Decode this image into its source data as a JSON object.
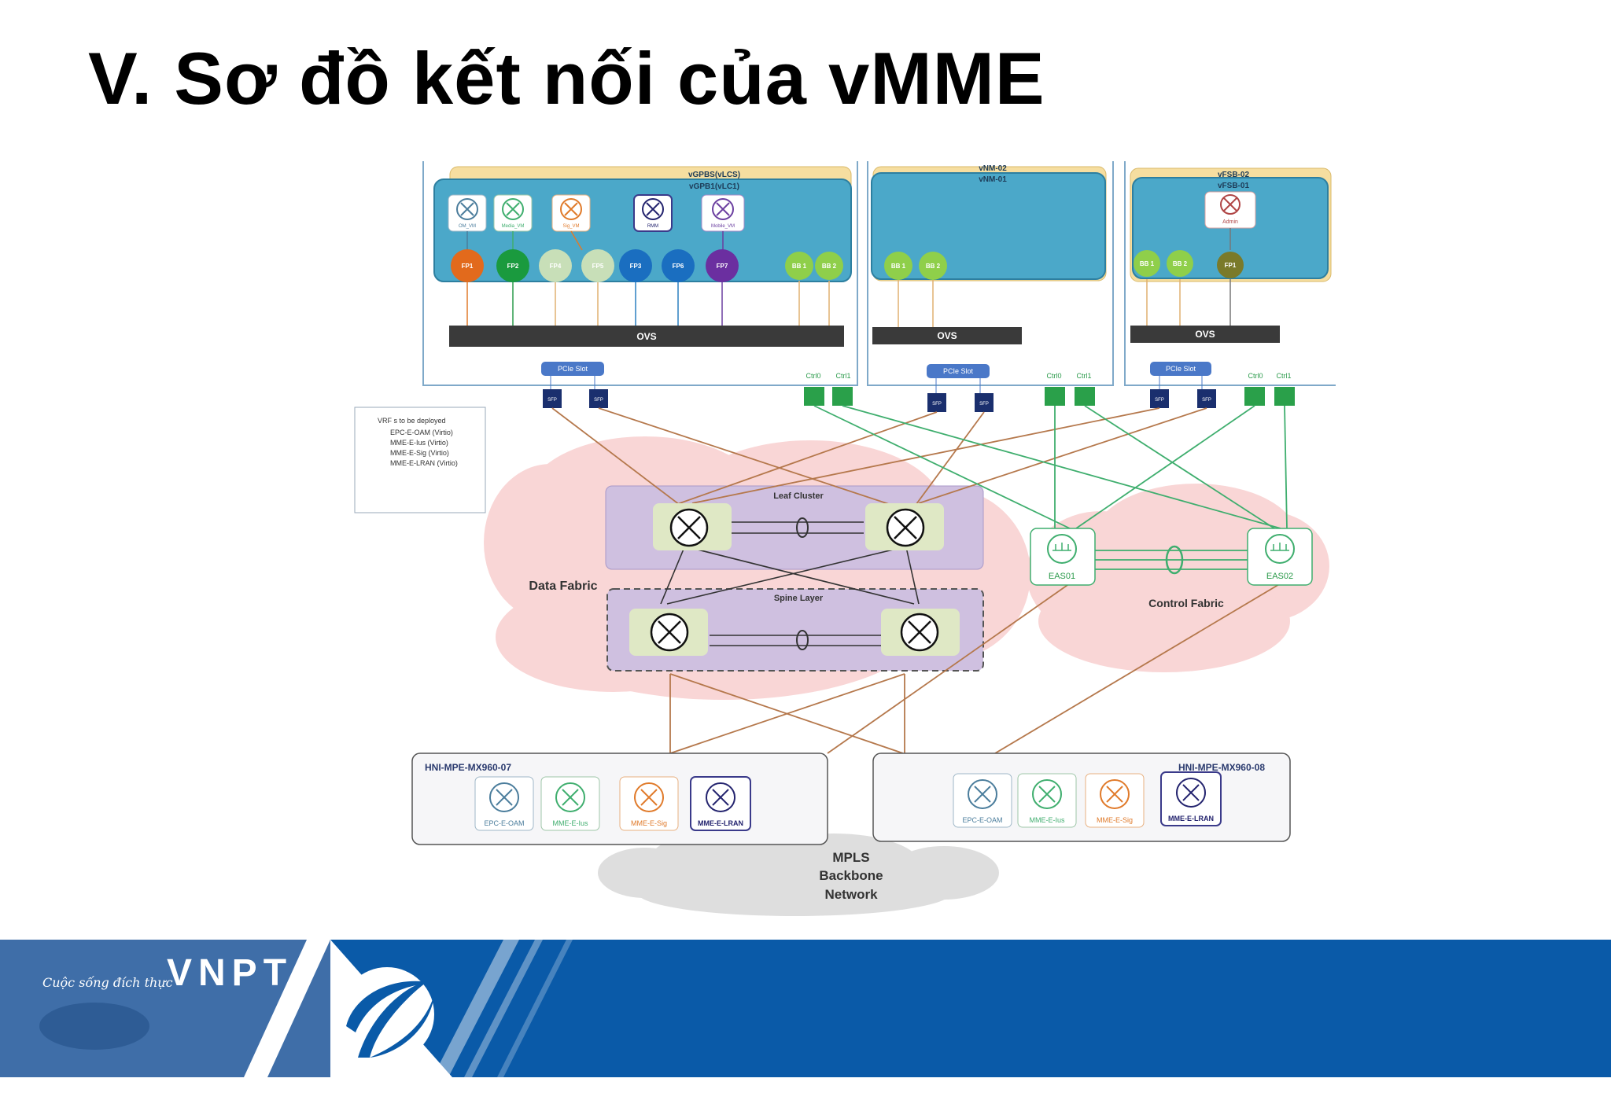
{
  "slide": {
    "title": "V. Sơ đồ kết nối của vMME"
  },
  "servers": [
    {
      "label_a": "vGPBS(vLCS)",
      "label_b": "vGPB1(vLC1)"
    },
    {
      "label_a": "vNM-02",
      "label_b": "vNM-01"
    },
    {
      "label_a": "vFSB-02",
      "label_b": "vFSB-01"
    }
  ],
  "vnfs": {
    "server1": [
      "OM_VM",
      "Media_VM",
      "Sig_VM",
      "RMM",
      "Mobile_VM"
    ],
    "server3": [
      "Admin"
    ]
  },
  "ports": {
    "server1": [
      "FP1",
      "FP2",
      "FP4",
      "FP5",
      "FP3",
      "FP6",
      "FP7",
      "BB 1",
      "BB 2"
    ],
    "server2": [
      "BB 1",
      "BB 2"
    ],
    "server3": [
      "BB 1",
      "BB 2",
      "FP1"
    ]
  },
  "ovs_label": "OVS",
  "pcie_label": "PCIe Slot",
  "sfp_label": "SFP",
  "ctrl_labels": [
    "Ctrl0",
    "Ctrl1"
  ],
  "vrf_box": {
    "heading": "VRF s to be deployed",
    "items": [
      "EPC-E-OAM  (Virtio)",
      "MME-E-Ius  (Virtio)",
      "MME-E-Sig (Virtio)",
      "MME-E-LRAN (Virtio)"
    ]
  },
  "fabric": {
    "leaf_label": "Leaf Cluster",
    "spine_label": "Spine Layer",
    "data_fabric": "Data Fabric",
    "control_fabric": "Control Fabric",
    "eas": [
      "EAS01",
      "EAS02"
    ]
  },
  "pe_routers": [
    {
      "name": "HNI-MPE-MX960-07",
      "vrfs": [
        "EPC-E-OAM",
        "MME-E-Ius",
        "MME-E-Sig",
        "MME-E-LRAN"
      ]
    },
    {
      "name": "HNI-MPE-MX960-08",
      "vrfs": [
        "EPC-E-OAM",
        "MME-E-Ius",
        "MME-E-Sig",
        "MME-E-LRAN"
      ]
    }
  ],
  "mpls": {
    "line1": "MPLS",
    "line2": "Backbone",
    "line3": "Network"
  },
  "footer": {
    "slogan": "Cuộc sống đích thực",
    "brand": "VNPT"
  },
  "colors": {
    "footer_blue": "#0a5aa8",
    "server_teal": "#4ba8c9",
    "server_tan": "#f6dea0",
    "fabric_purple": "#cfc0e0",
    "cloud_pink": "#f9d6d6",
    "green_link": "#3fae6e",
    "brown_link": "#b5784c"
  }
}
